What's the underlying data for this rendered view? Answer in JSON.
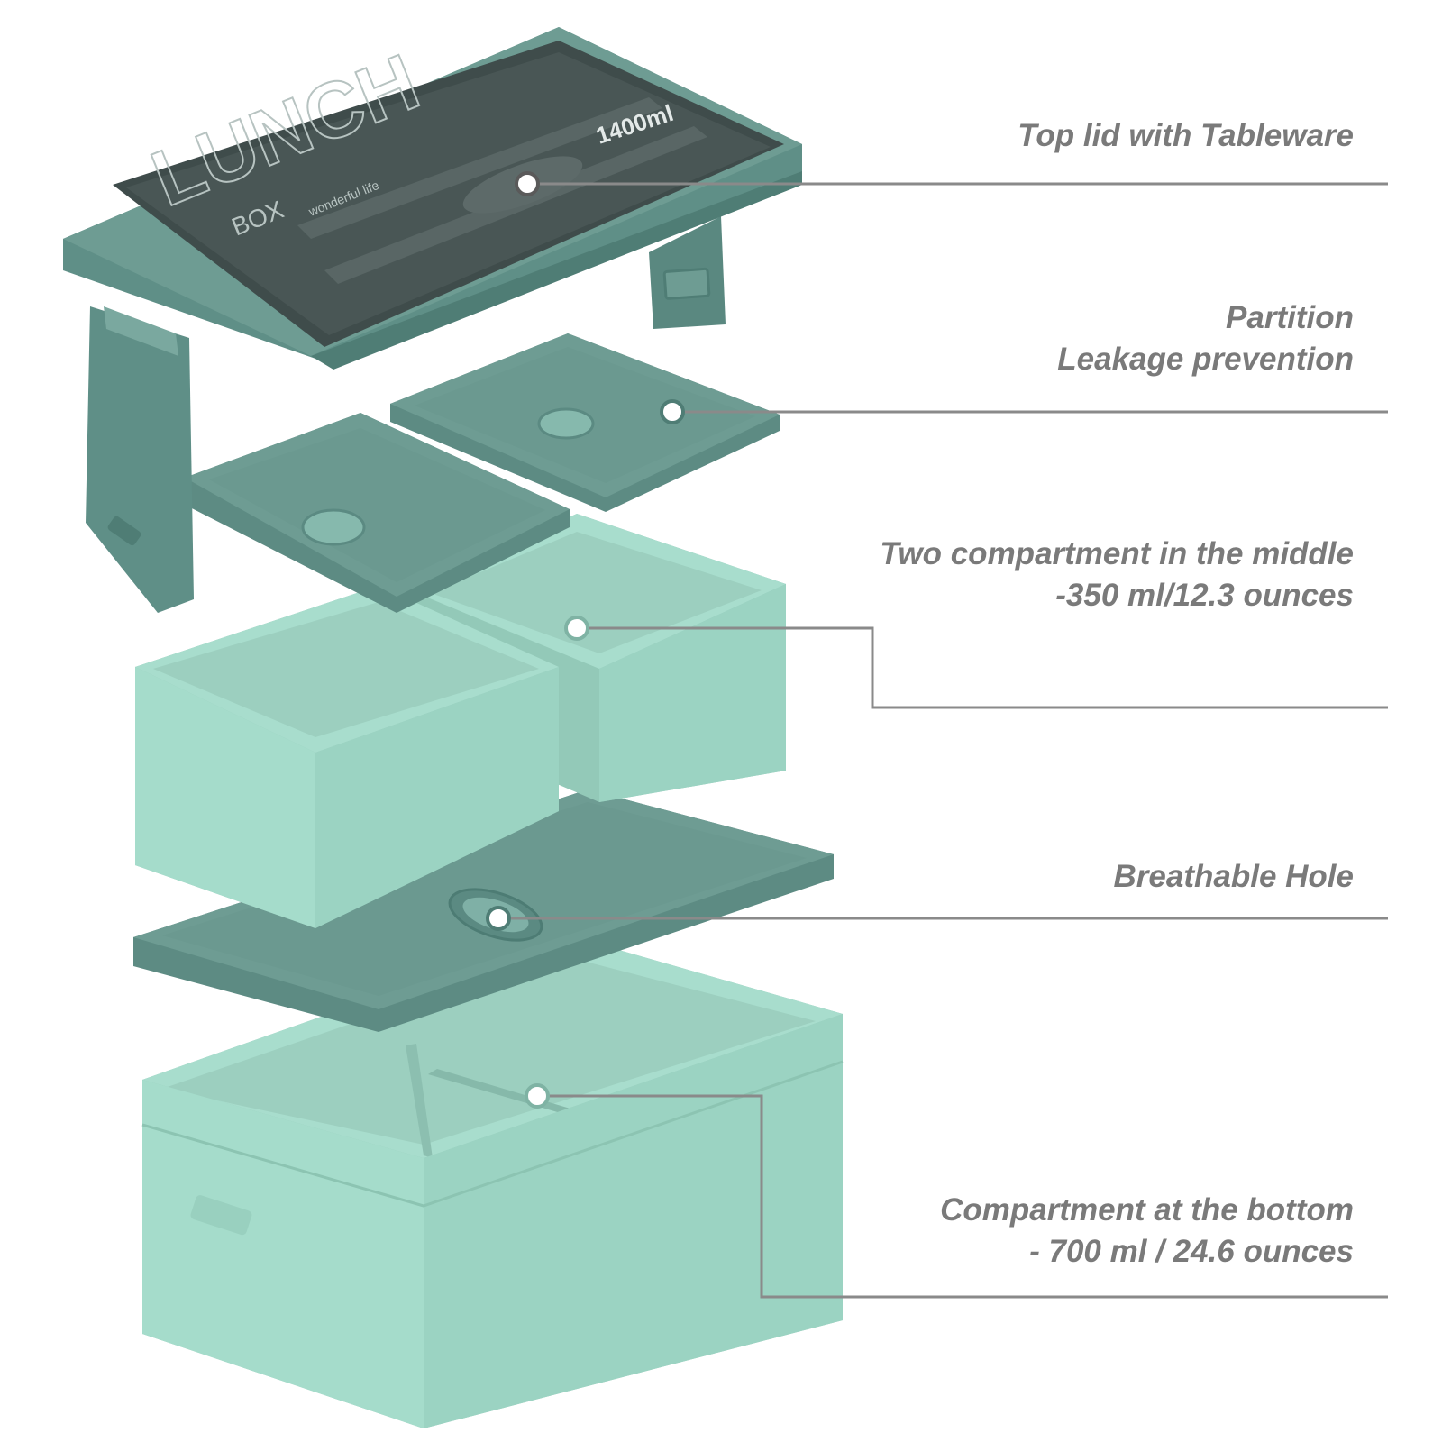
{
  "colors": {
    "lid_dark": "#5f8f87",
    "lid_mid": "#6e9c93",
    "lid_edge": "#4f7d75",
    "tray_dark": "#6b9990",
    "tray_light": "#76a59c",
    "box_light": "#a5dccb",
    "box_inner": "#9ccfbf",
    "box_side": "#93c9b8",
    "glass": "#3f4c4b",
    "leader": "#8a8a8a",
    "label_text": "#7a7a7a"
  },
  "lid_print": {
    "brand": "LUNCH",
    "sub": "BOX",
    "tagline": "wonderful life",
    "capacity": "1400ml"
  },
  "callouts": [
    {
      "id": "top-lid",
      "lines": [
        "Top lid with Tableware"
      ]
    },
    {
      "id": "partition",
      "lines": [
        "Partition",
        "Leakage prevention"
      ]
    },
    {
      "id": "middle",
      "lines": [
        "Two compartment in the middle",
        "-350 ml/12.3 ounces"
      ]
    },
    {
      "id": "breathable",
      "lines": [
        "Breathable Hole"
      ]
    },
    {
      "id": "bottom",
      "lines": [
        "Compartment at the bottom",
        "- 700 ml / 24.6 ounces"
      ]
    }
  ]
}
